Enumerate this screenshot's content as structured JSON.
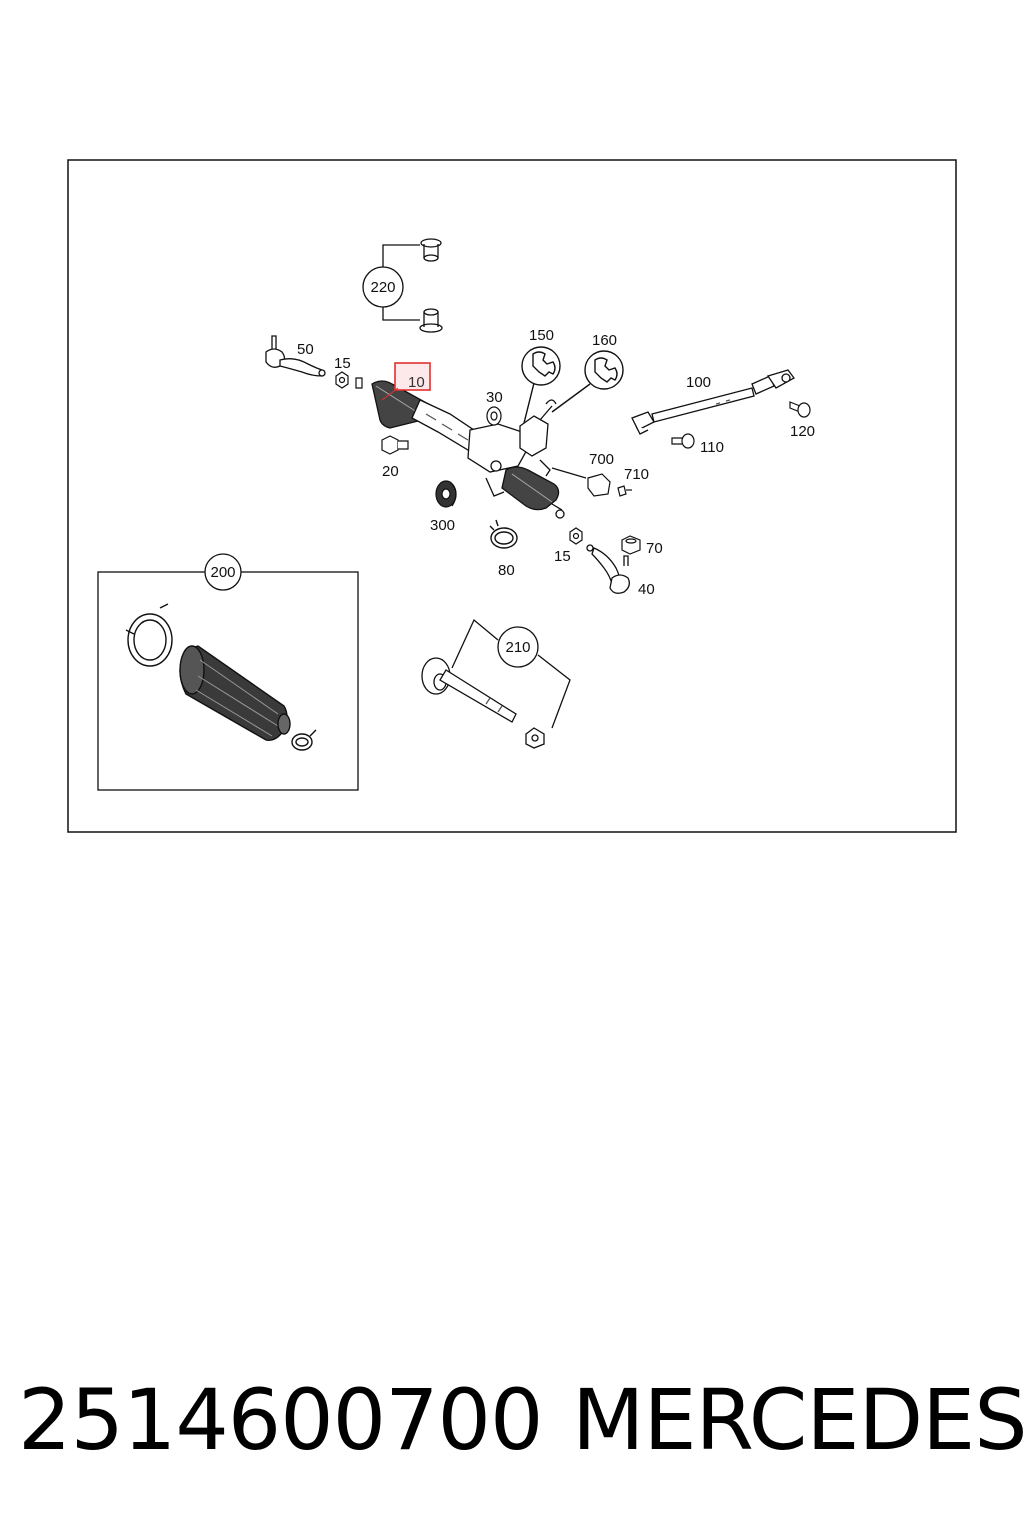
{
  "caption": {
    "part_number": "2514600700",
    "brand": "MERCEDES"
  },
  "diagram": {
    "highlighted_callout": "10",
    "callouts": {
      "c50": "50",
      "c15a": "15",
      "c10": "10",
      "c30": "30",
      "c150": "150",
      "c160": "160",
      "c100": "100",
      "c120": "120",
      "c110": "110",
      "c20": "20",
      "c700": "700",
      "c710": "710",
      "c300": "300",
      "c15b": "15",
      "c70": "70",
      "c80": "80",
      "c40": "40"
    },
    "bubbles": {
      "b220": "220",
      "b200": "200",
      "b210": "210"
    },
    "colors": {
      "line": "#111111",
      "highlight_box": "#e03030",
      "highlight_fill": "#fde9e9"
    }
  }
}
